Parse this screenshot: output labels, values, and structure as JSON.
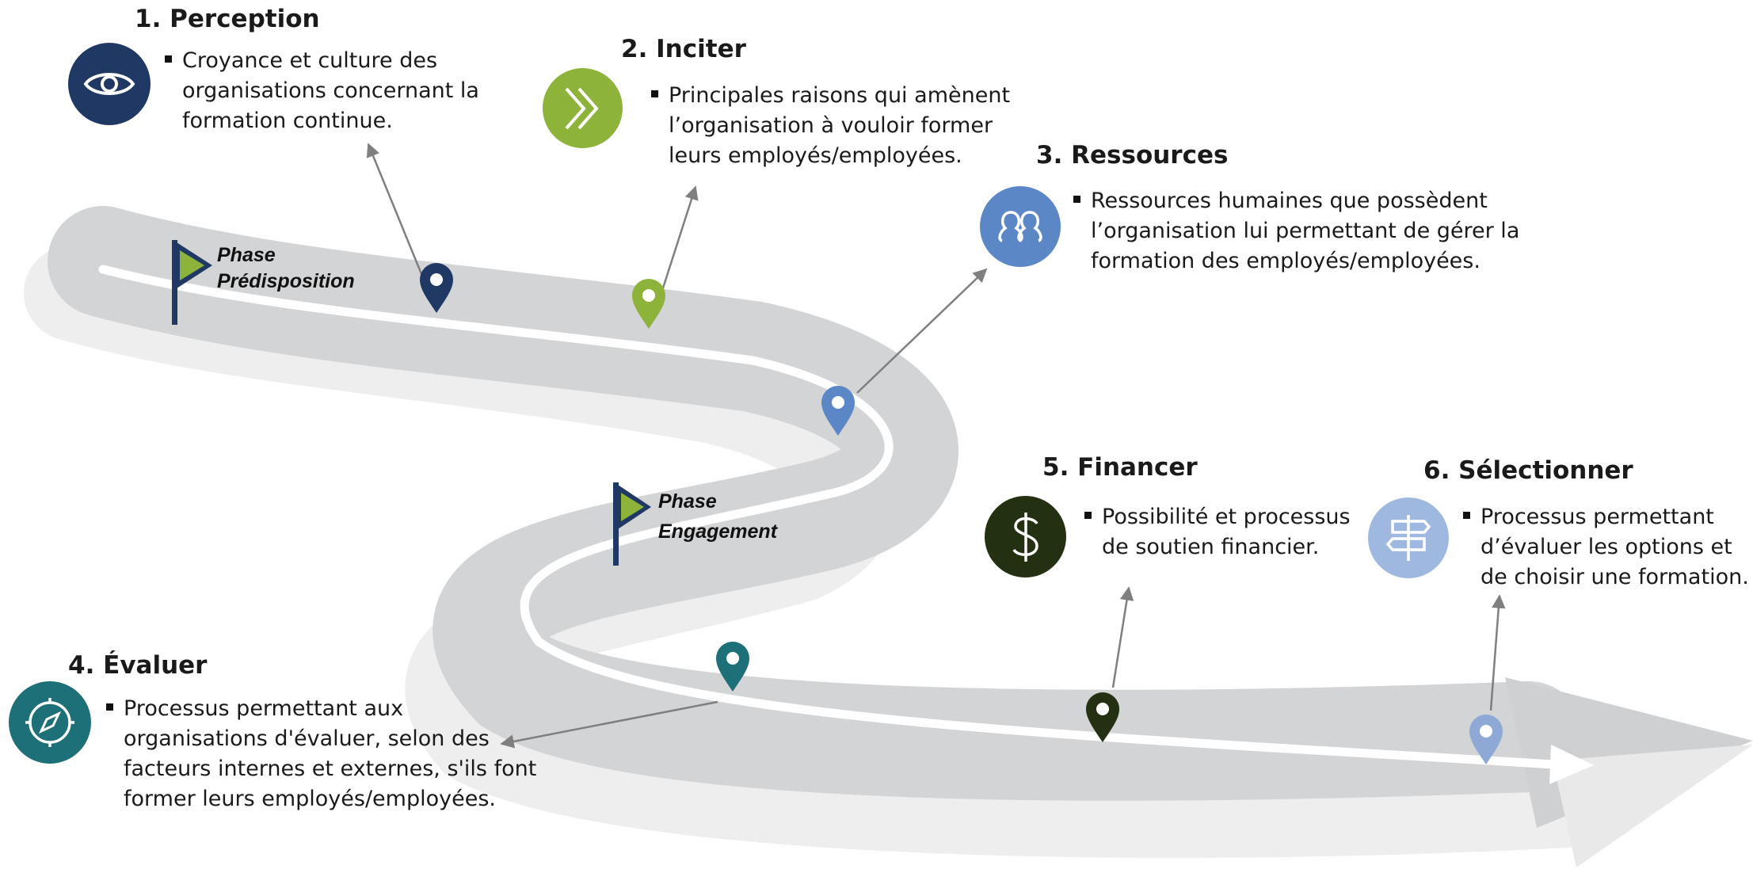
{
  "phases": {
    "predisposition": {
      "line1": "Phase",
      "line2": "Prédisposition"
    },
    "engagement": {
      "line1": "Phase",
      "line2": "Engagement"
    }
  },
  "steps": [
    {
      "title": "1. Perception",
      "text": "Croyance et culture des organisations concernant la formation continue.",
      "icon": "eye-icon",
      "color": "#1f3864"
    },
    {
      "title": "2. Inciter",
      "text": "Principales raisons qui amènent l’organisation à vouloir former leurs employés/employées.",
      "icon": "double-chevron-right-icon",
      "color": "#8db33a"
    },
    {
      "title": "3. Ressources",
      "text": "Ressources humaines que possèdent l’organisation lui permettant de gérer la formation des employés/employées.",
      "icon": "people-icon",
      "color": "#5b87c7"
    },
    {
      "title": "4. Évaluer",
      "text": "Processus permettant aux organisations d'évaluer, selon des facteurs internes et externes, s'ils font former leurs employés/employées.",
      "icon": "compass-icon",
      "color": "#1d6f78"
    },
    {
      "title": "5. Financer",
      "text": "Possibilité et processus de soutien financier.",
      "icon": "dollar-icon",
      "color": "#233012"
    },
    {
      "title": "6. Sélectionner",
      "text": "Processus permettant d’évaluer les options et de choisir une formation.",
      "icon": "signpost-icon",
      "color": "#9fb8e0"
    }
  ],
  "colors": {
    "road": "#d3d4d6",
    "road_shadow": "#ececec",
    "road_line": "#ffffff",
    "arrow_gray": "#7f7f7f",
    "flag_pole": "#1f3864",
    "flag_fill": "#8db33a"
  }
}
